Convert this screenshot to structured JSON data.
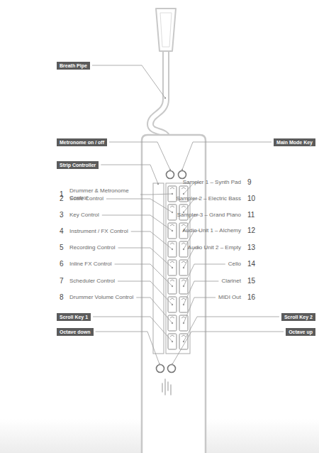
{
  "diagram": {
    "nodes": [
      {
        "text": [
          "Breath Pipe"
        ]
      },
      {
        "text": [
          "Metronome on / off"
        ]
      },
      {
        "text": [
          "Main Mode Key"
        ]
      },
      {
        "text": [
          "Strip Controller"
        ]
      },
      {
        "text": [
          "Scroll Key 1"
        ]
      },
      {
        "text": [
          "Scroll Key 2"
        ]
      },
      {
        "text": [
          "Octave down"
        ]
      },
      {
        "text": [
          "Octave up"
        ]
      }
    ],
    "labels": [
      "1",
      "Drummer & Metronome Control",
      "Sampler 1 – Synth Pad",
      "9",
      "2",
      "Scale Control",
      "Sampler 2 – Electric Bass",
      "10",
      "3",
      "Key Control",
      "Sampler 3 – Grand Piano",
      "11",
      "4",
      "Instrument / FX Control",
      "Audio Unit 1 – Alchemy",
      "12",
      "5",
      "Recording Control",
      "Audio Unit 2 – Empty",
      "13",
      "6",
      "Inline FX Control",
      "Cello",
      "14",
      "7",
      "Scheduler Control",
      "Clarinet",
      "15",
      "8",
      "Drummer Volume Control",
      "MIDI Out",
      "16"
    ]
  }
}
